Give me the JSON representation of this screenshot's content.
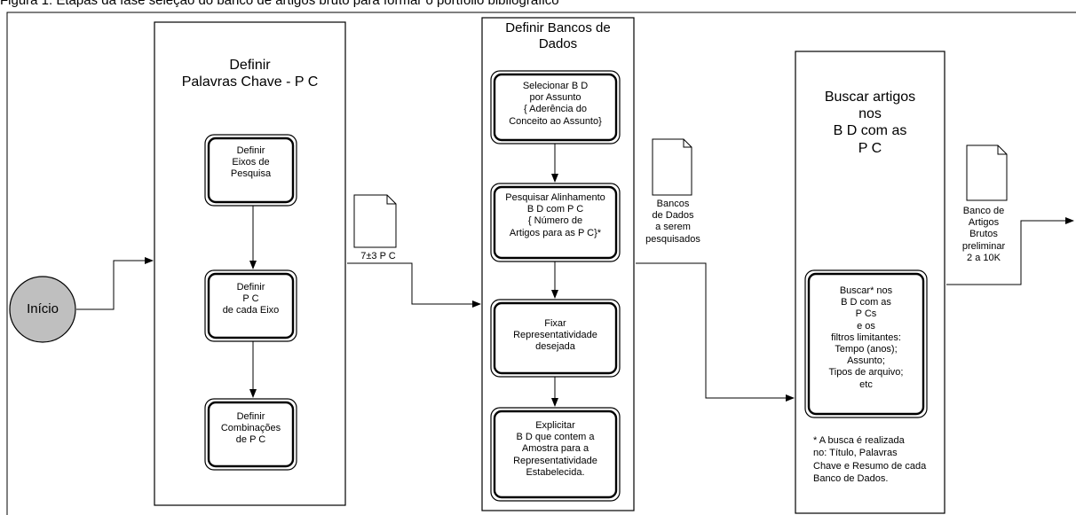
{
  "caption": "Figura 1: Etapas da fase seleção do banco de artigos bruto para formar o portfolio bibliográfico",
  "start": "Início",
  "panel1": {
    "title": "Definir\nPalavras Chave - P C",
    "steps": [
      "Definir\nEixos de\nPesquisa",
      "Definir\nP C\nde cada Eixo",
      "Definir\nCombinações\nde   P C"
    ]
  },
  "connector_label": "7±3 P C",
  "panel2": {
    "title": "Definir Bancos de\nDados",
    "steps": [
      "Selecionar B D\npor  Assunto\n{ Aderência do\nConceito ao Assunto}",
      "Pesquisar Alinhamento\nB D com P C\n{ Número de\nArtigos para as P C}*",
      "Fixar\nRepresentatividade\ndesejada",
      "Explicitar\nB D  que contem a\nAmostra para a\nRepresentatividade\nEstabelecida."
    ]
  },
  "doc_banks_label": "Bancos\nde Dados\na serem\npesquisados",
  "panel3": {
    "title": "Buscar artigos\nnos\nB D  com as\nP C",
    "step": "Buscar* nos\nB D com as\nP Cs\ne os\nfiltros limitantes:\nTempo (anos);\nAssunto;\nTipos de arquivo;\netc",
    "note": "* A busca é realizada\nno: Título, Palavras\nChave e Resumo de cada\nBanco de Dados."
  },
  "output_label": "Banco de\nArtigos\nBrutos\npreliminar\n2 a 10K"
}
